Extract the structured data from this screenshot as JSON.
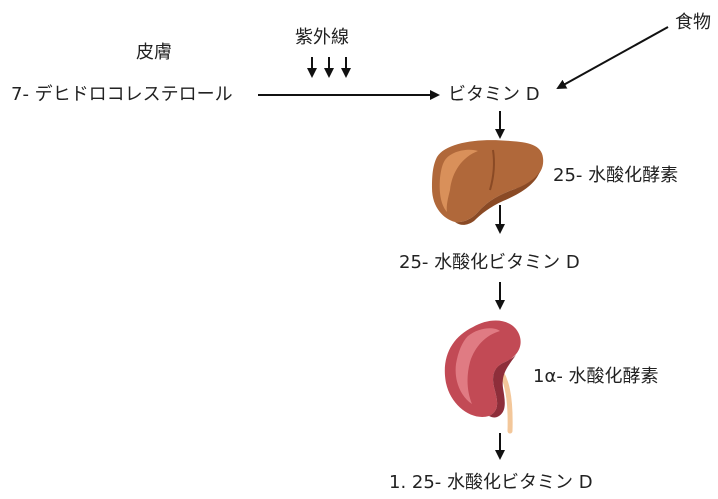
{
  "labels": {
    "skin": "皮膚",
    "uv": "紫外線",
    "food": "食物",
    "precursor": "7- デヒドロコレステロール",
    "vitamin_d": "ビタミン D",
    "enzyme_25": "25- 水酸化酵素",
    "calcidiol": "25- 水酸化ビタミン D",
    "enzyme_1a": "1α- 水酸化酵素",
    "calcitriol": "1. 25- 水酸化ビタミン D"
  },
  "organs": {
    "liver": "liver",
    "kidney": "kidney"
  },
  "colors": {
    "text": "#222222",
    "arrow": "#111111",
    "liver_main": "#b0683a",
    "liver_dark": "#8a4a25",
    "liver_light": "#d9905a",
    "kidney_main": "#c24a55",
    "kidney_dark": "#8e2e3a",
    "kidney_light": "#e07b83",
    "ureter": "#f3c79a"
  }
}
